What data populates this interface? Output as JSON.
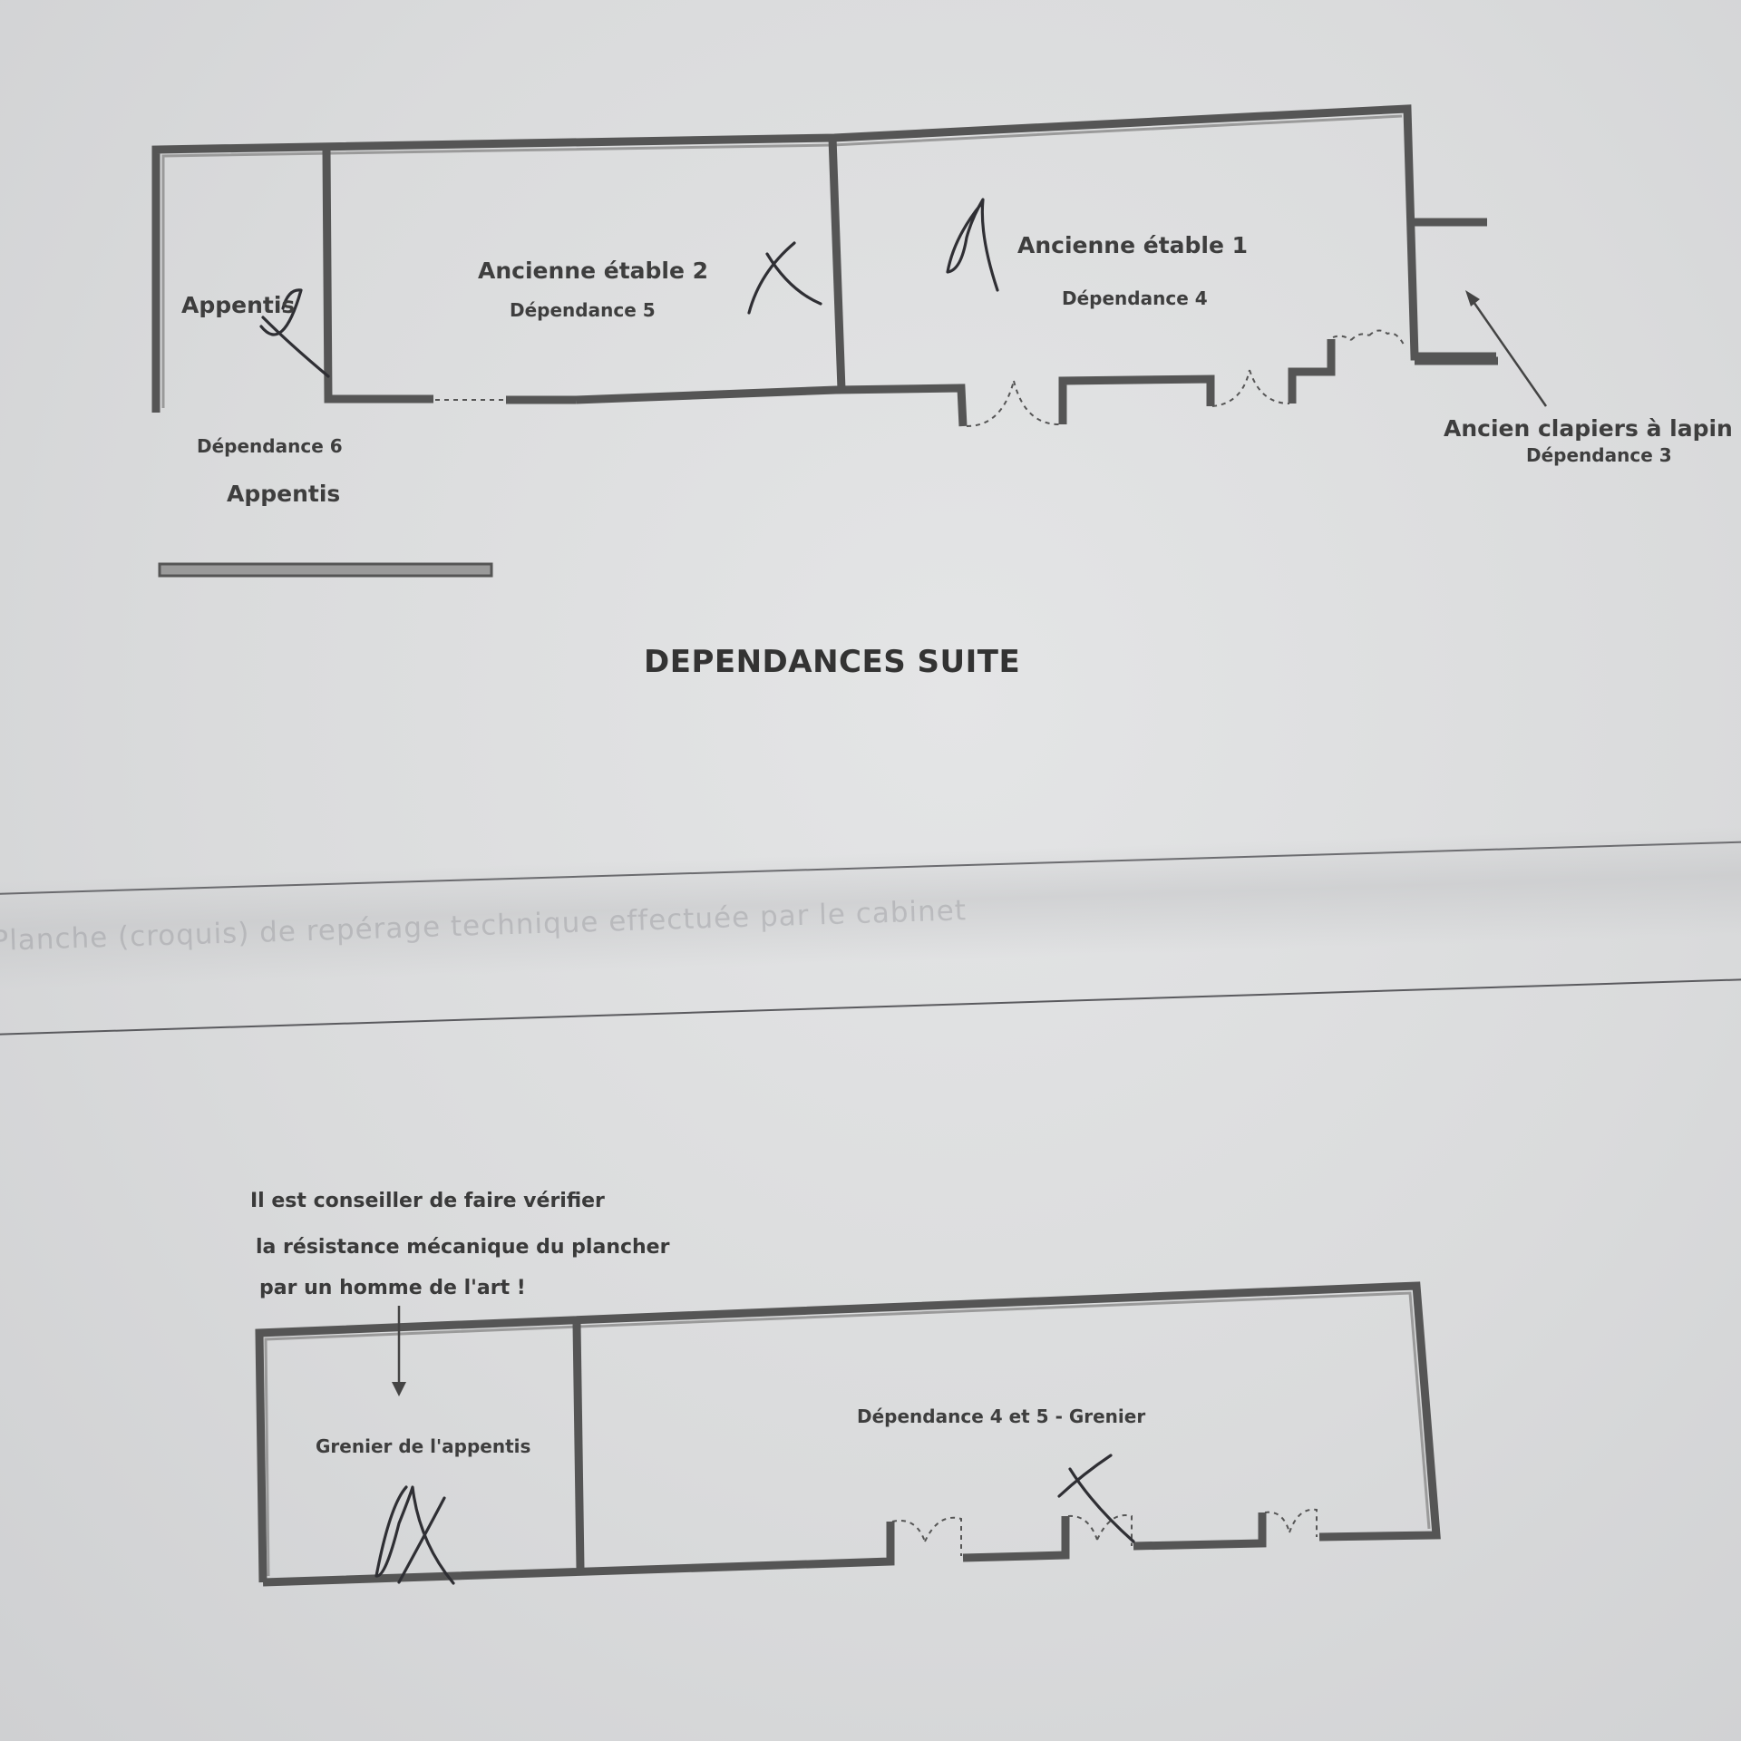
{
  "upper_plan": {
    "room_appentis_label": "Appentis",
    "room_etable2_title": "Ancienne étable 2",
    "room_etable2_sub": "Dépendance 5",
    "room_etable1_title": "Ancienne étable 1",
    "room_etable1_sub": "Dépendance 4",
    "dep6_label": "Dépendance 6",
    "appentis_below_label": "Appentis",
    "clapiers_title": "Ancien clapiers à lapin",
    "clapiers_sub": "Dépendance 3"
  },
  "section_title": "DEPENDANCES SUITE",
  "faded_footer_text": "Planche (croquis) de repérage technique effectuée par le cabinet",
  "lower_plan": {
    "note_line1": "Il est conseiller de faire vérifier",
    "note_line2": "la résistance mécanique du plancher",
    "note_line3": "par un homme de l'art !",
    "room_grenier_appentis": "Grenier de l'appentis",
    "room_grenier_main": "Dépendance 4 et 5 - Grenier"
  },
  "colors": {
    "paper": "#dadbdc",
    "wall": "#555555",
    "ink": "#2f2f34"
  }
}
